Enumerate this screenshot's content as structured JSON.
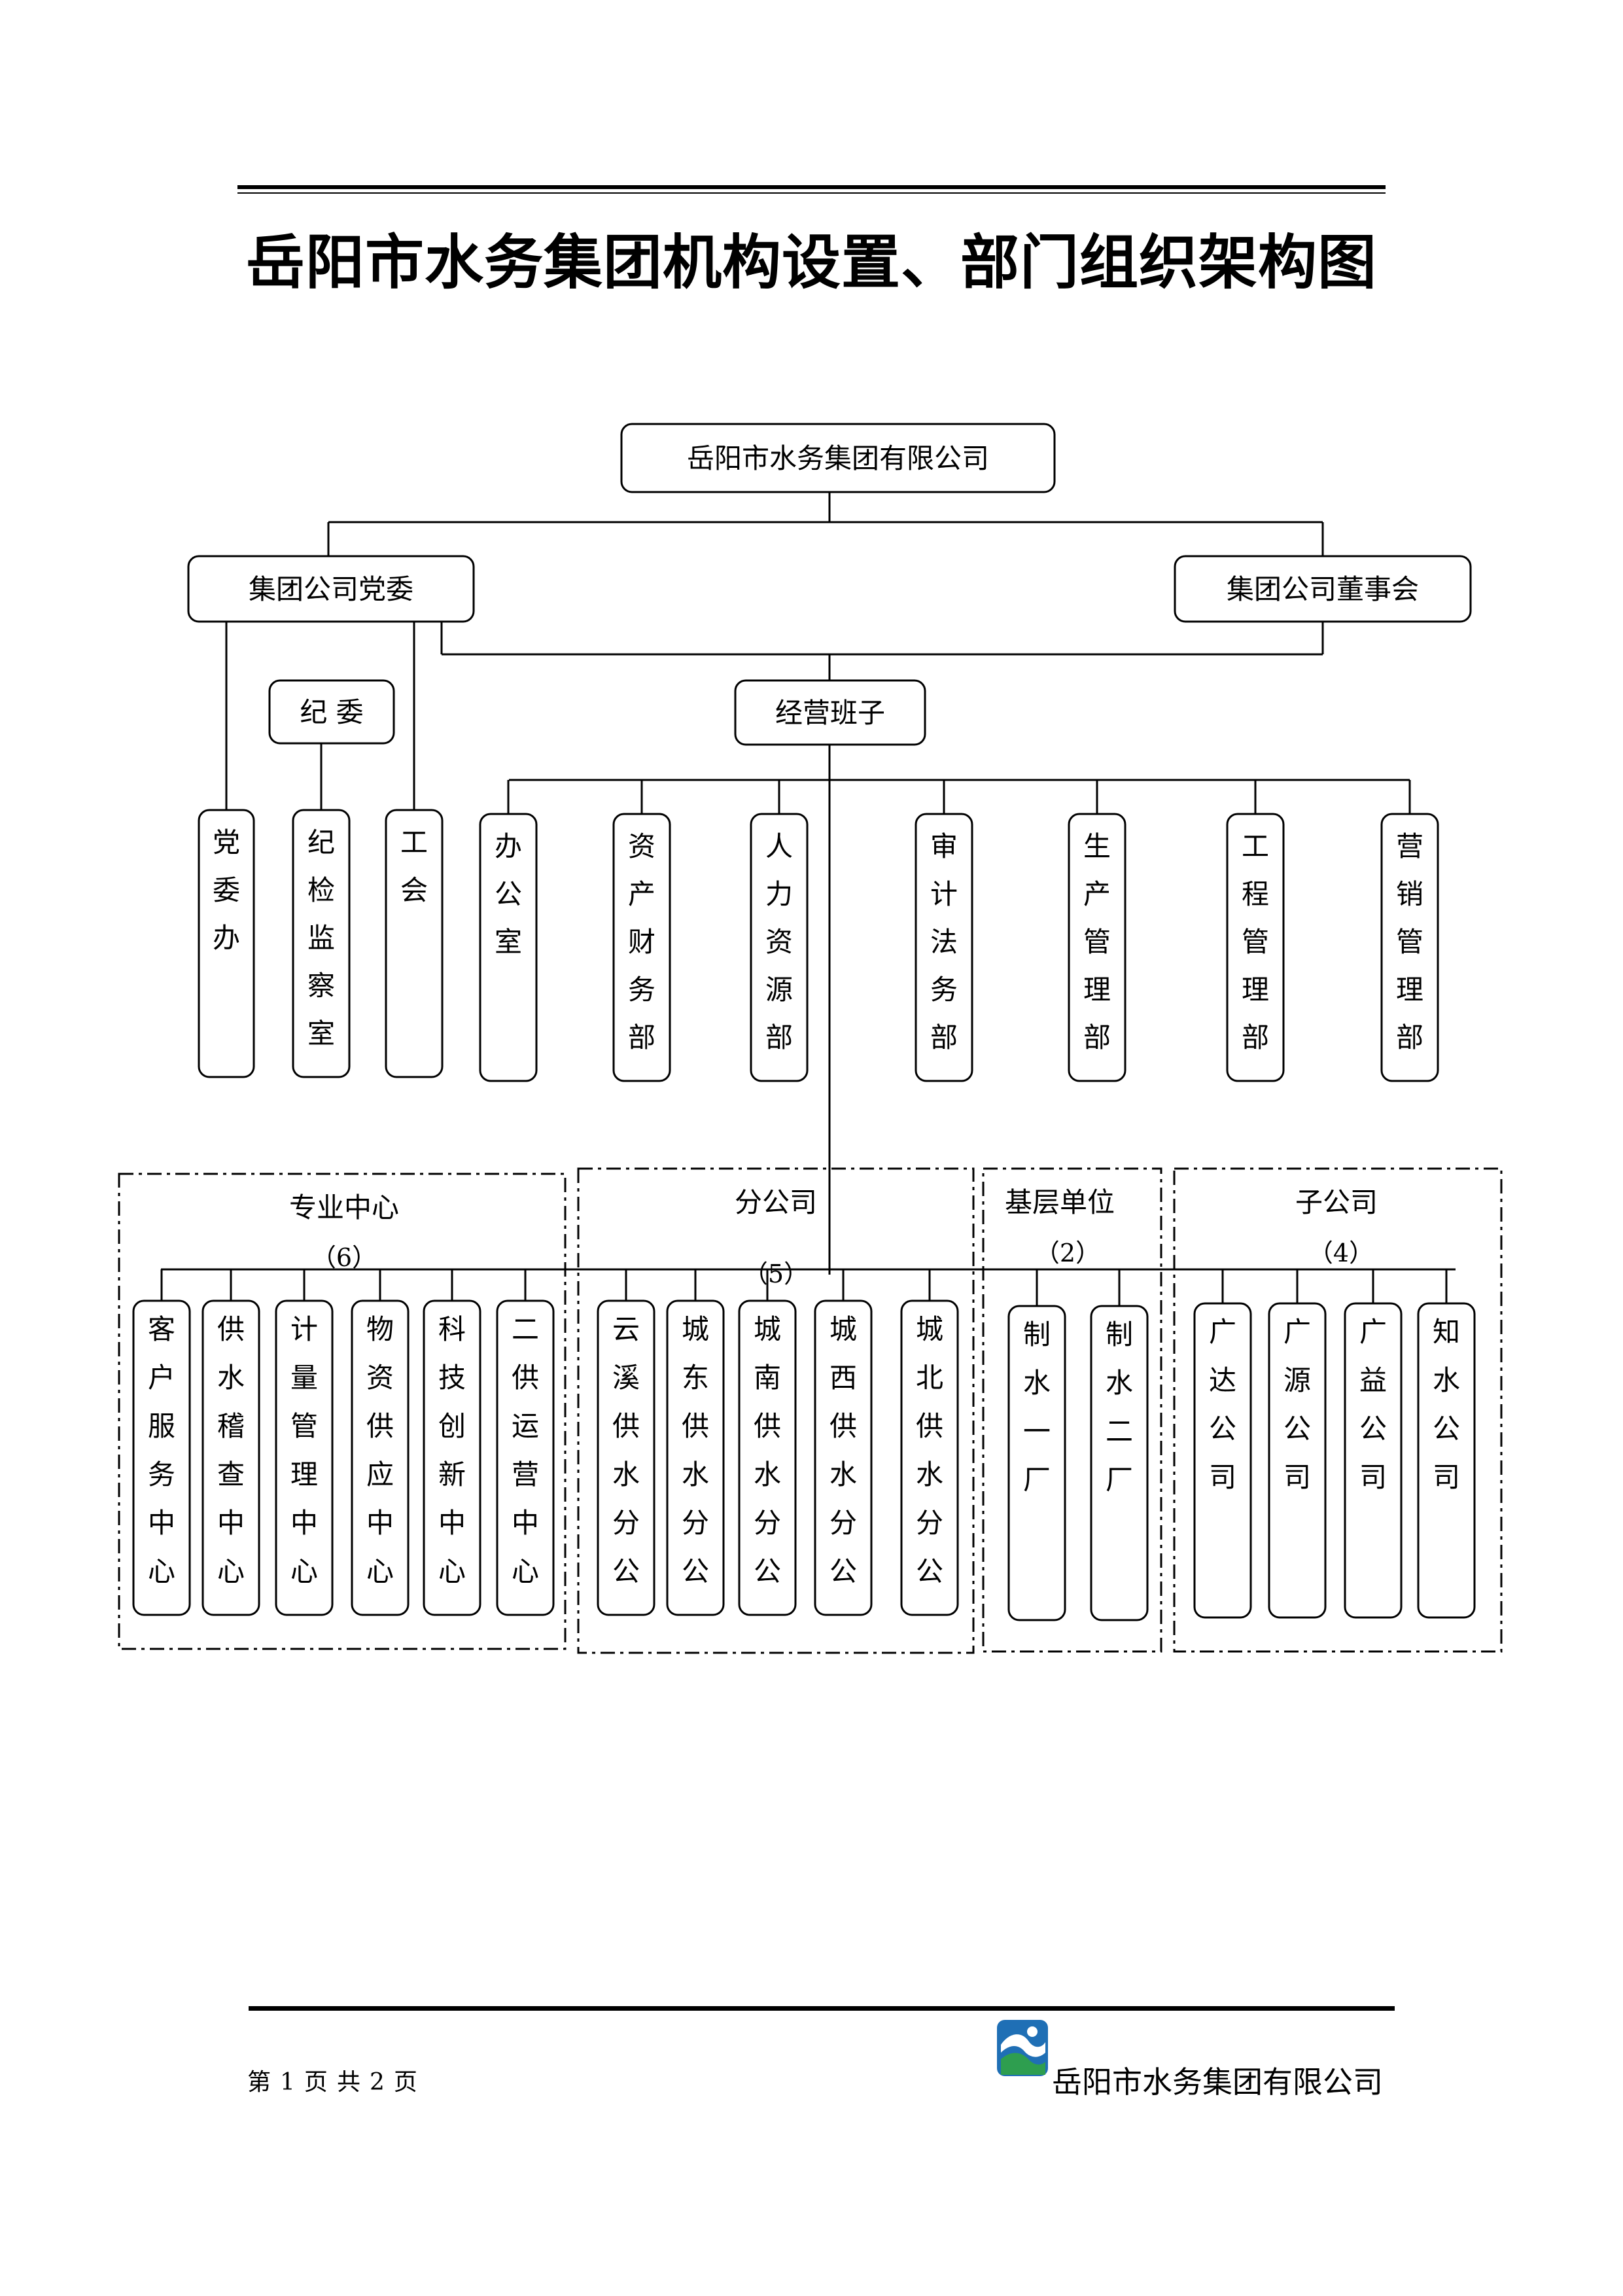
{
  "title": "岳阳市水务集团机构设置、部门组织架构图",
  "nodes": {
    "root": "岳阳市水务集团有限公司",
    "party": "集团公司党委",
    "board": "集团公司董事会",
    "discipline": "纪  委",
    "management": "经营班子"
  },
  "party_depts": [
    "党委办",
    "纪检监察室",
    "工会"
  ],
  "departments": [
    "办公室",
    "资产财务部",
    "人力资源部",
    "审计法务部",
    "生产管理部",
    "工程管理部",
    "营销管理部"
  ],
  "groups": [
    {
      "label": "专业中心",
      "count": "（6）",
      "items": [
        "客户服务中心",
        "供水稽查中心",
        "计量管理中心",
        "物资供应中心",
        "科技创新中心",
        "二供运营中心"
      ]
    },
    {
      "label": "分公司",
      "count": "（5）",
      "items": [
        "云溪供水分公",
        "城东供水分公",
        "城南供水分公",
        "城西供水分公",
        "城北供水分公"
      ]
    },
    {
      "label": "基层单位",
      "count": "（2）",
      "items": [
        "制水一厂",
        "制水二厂"
      ]
    },
    {
      "label": "子公司",
      "count": "（4）",
      "items": [
        "广达公司",
        "广源公司",
        "广益公司",
        "知水公司"
      ]
    }
  ],
  "footer": {
    "page_parts": [
      "第",
      "1",
      "页",
      "共",
      "2",
      "页"
    ],
    "company": "岳阳市水务集团有限公司"
  },
  "colors": {
    "logo_blue": "#1f6fb5",
    "logo_green": "#2e9e4f"
  }
}
